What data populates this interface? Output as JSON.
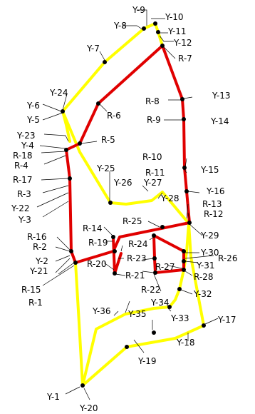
{
  "colors": {
    "yellow": "#ffff00",
    "red": "#e00000",
    "ink": "#000000"
  },
  "labels": {
    "Y1": "Y-1",
    "Y2": "Y-2",
    "Y3": "Y-3",
    "Y4": "Y-4",
    "Y5": "Y-5",
    "Y6": "Y-6",
    "Y7": "Y-7",
    "Y8": "Y-8",
    "Y9": "Y-9",
    "Y10": "Y-10",
    "Y11": "Y-11",
    "Y12": "Y-12",
    "Y13": "Y-13",
    "Y14": "Y-14",
    "Y15": "Y-15",
    "Y16": "Y-16",
    "Y17": "Y-17",
    "Y18": "Y-18",
    "Y19": "Y-19",
    "Y20": "Y-20",
    "Y21": "Y-21",
    "Y22": "Y-22",
    "Y23": "Y-23",
    "Y24": "Y-24",
    "Y25": "Y-25",
    "Y26": "Y-26",
    "Y27": "Y-27",
    "Y28": "Y-28",
    "Y29": "Y-29",
    "Y30": "Y-30",
    "Y31": "Y-31",
    "Y32": "Y-32",
    "Y33": "Y-33",
    "Y34": "Y-34",
    "Y35": "Y-35",
    "Y36": "Y-36",
    "R1": "R-1",
    "R2": "R-2",
    "R3": "R-3",
    "R4": "R-4",
    "R5": "R-5",
    "R6": "R-6",
    "R7": "R-7",
    "R8": "R-8",
    "R9": "R-9",
    "R10": "R-10",
    "R11": "R-11",
    "R12": "R-12",
    "R13": "R-13",
    "R14": "R-14",
    "R15": "R-15",
    "R16": "R-16",
    "R17": "R-17",
    "R18": "R-18",
    "R19": "R-19",
    "R20": "R-20",
    "R21": "R-21",
    "R22": "R-22",
    "R23": "R-23",
    "R24": "R-24",
    "R25": "R-25",
    "R26": "R-26",
    "R27": "R-27",
    "R28": "R-28"
  }
}
